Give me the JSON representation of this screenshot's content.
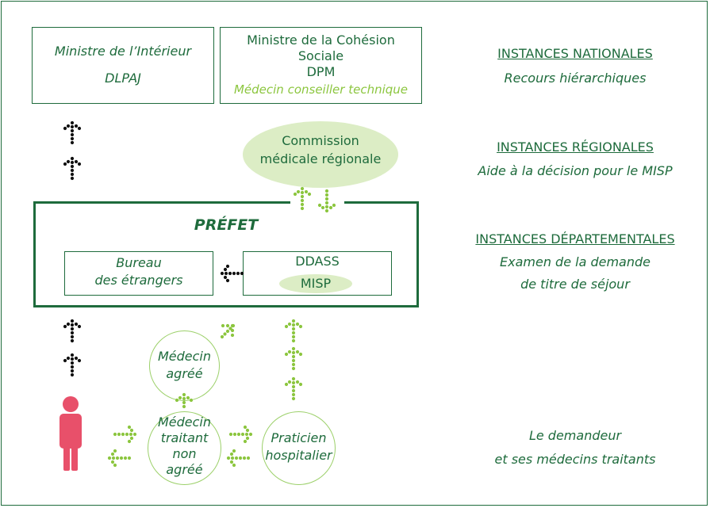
{
  "colors": {
    "dark_green": "#1e6b3c",
    "lime": "#8cc63f",
    "light_fill": "#dcedc5",
    "person": "#e8506a",
    "dots_black": "#111111"
  },
  "national": {
    "interior": {
      "line1": "Ministre de l’Intérieur",
      "line2": "DLPAJ"
    },
    "cohesion": {
      "line1": "Ministre de la Cohésion",
      "line2": "Sociale",
      "line3": "DPM",
      "line4": "Médecin conseiller technique"
    }
  },
  "regional": {
    "commission_line1": "Commission",
    "commission_line2": "médicale régionale"
  },
  "departmental": {
    "prefet": "PRÉFET",
    "bureau_line1": "Bureau",
    "bureau_line2": "des étrangers",
    "ddass": "DDASS",
    "misp": "MISP"
  },
  "doctors": {
    "agree_line1": "Médecin",
    "agree_line2": "agréé",
    "traitant_line1": "Médecin",
    "traitant_line2": "traitant",
    "traitant_line3": "non",
    "traitant_line4": "agréé",
    "praticien_line1": "Praticien",
    "praticien_line2": "hospitalier"
  },
  "levels": {
    "national_title": "INSTANCES NATIONALES",
    "national_sub": "Recours hiérarchiques",
    "regional_title": "INSTANCES RÉGIONALES",
    "regional_sub": "Aide à la décision pour le MISP",
    "departmental_title": "INSTANCES DÉPARTEMENTALES",
    "departmental_sub1": "Examen de la demande",
    "departmental_sub2": "de titre de séjour",
    "applicant_line1": "Le demandeur",
    "applicant_line2": "et ses médecins traitants"
  },
  "icons": {
    "person": "person-icon",
    "arrows": "dotted-arrow-icon"
  }
}
